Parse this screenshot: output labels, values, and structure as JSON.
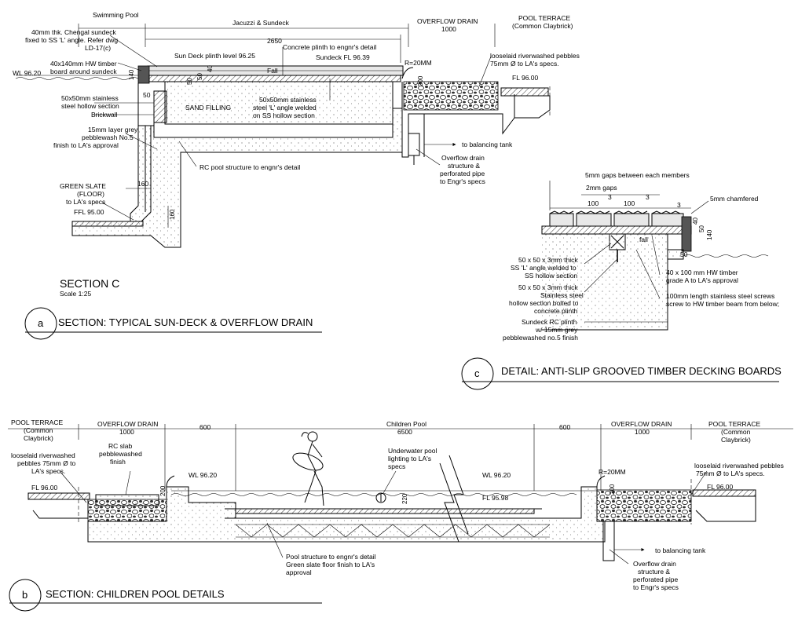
{
  "section_c": {
    "labels": {
      "swimming_pool": "Swimming Pool",
      "jacuzzi": "Jacuzzi & Sundeck",
      "overflow_drain": "OVERFLOW DRAIN",
      "overflow_drain_dim": "1000",
      "pool_terrace": "POOL TERRACE",
      "pool_terrace_sub": "(Common Claybrick)",
      "chengal_1": "40mm thk. Chengal sundeck",
      "chengal_2": "fixed to SS 'L' angle. Refer dwg",
      "chengal_3": "LD-17(c)",
      "dim_2650": "2650",
      "concrete_plinth": "Concrete plinth to engnr's detail",
      "plinth_level": "Sun Deck plinth level 96.25",
      "sundeck_fl": "Sundeck FL 96.39",
      "r20": "R=20MM",
      "hw_timber_1": "40x140mm HW timber",
      "hw_timber_2": "board around sundeck",
      "wl": "WL 96.20",
      "fall": "Fall",
      "dim_140": "140",
      "dim_50a": "50",
      "dim_50b": "50",
      "dim_40": "40",
      "dim_200": "200",
      "dim_50c": "50",
      "ss_hollow_1": "50x50mm stainless",
      "ss_hollow_2": "steel hollow section",
      "sand_filling": "SAND FILLING",
      "ss_angle_1": "50x50mm stainless",
      "ss_angle_2": "steel 'L' angle welded",
      "ss_angle_3": "on SS hollow section",
      "brickwall": "Brickwall",
      "pebbles_1": "looselaid riverwashed pebbles",
      "pebbles_2": "75mm Ø to LA's specs.",
      "fl_9600": "FL 96.00",
      "grey_peb_1": "15mm layer grey",
      "grey_peb_2": "pebblewash No.5",
      "grey_peb_3": "finish to LA's approval",
      "to_balancing": "to balancing tank",
      "rc_pool": "RC pool structure to engnr's detail",
      "od_struct_1": "Overflow drain",
      "od_struct_2": "structure &",
      "od_struct_3": "perforated pipe",
      "od_struct_4": "to Engr's specs",
      "green_slate_1": "GREEN SLATE",
      "green_slate_2": "(FLOOR)",
      "green_slate_3": "to LA's specs",
      "ffl": "FFL 95.00",
      "dim_160a": "160",
      "dim_160b": "160",
      "section_title": "SECTION C",
      "scale": "Scale 1:25"
    },
    "caption": {
      "letter": "a",
      "title": "SECTION: TYPICAL SUN-DECK & OVERFLOW DRAIN"
    }
  },
  "detail_c": {
    "labels": {
      "gaps_5mm": "5mm gaps between each members",
      "gaps_2mm": "2mm gaps",
      "dim_100a": "100",
      "dim_3a": "3",
      "dim_100b": "100",
      "dim_3b": "3",
      "dim_3c": "3",
      "chamfer": "5mm chamfered",
      "dim_140": "140",
      "dim_50": "50",
      "dim_40": "40",
      "dim_50b": "50",
      "fall": "fall",
      "ss_angle_1": "50 x 50 x 3mm thick",
      "ss_angle_2": "SS 'L' angle welded to",
      "ss_angle_3": "SS hollow section",
      "ss_hollow_1": "50 x 50 x 3mm thick",
      "ss_hollow_2": "Stainless steel",
      "ss_hollow_3": "hollow section bolted to",
      "ss_hollow_4": "concrete plinth",
      "hw_timber_1": "40 x 100 mm HW timber",
      "hw_timber_2": "grade A to LA's approval",
      "screws_1": "100mm length stainless steel screws",
      "screws_2": "screw to HW timber beam from below;",
      "plinth_1": "Sundeck RC plinth",
      "plinth_2": "w/ 15mm grey",
      "plinth_3": "pebblewashed no.5 finish"
    },
    "caption": {
      "letter": "c",
      "title": "DETAIL: ANTI-SLIP GROOVED TIMBER DECKING BOARDS"
    }
  },
  "section_b": {
    "labels": {
      "pool_terrace_l": "POOL TERRACE",
      "common_l": "(Common",
      "claybrick_l": "Claybrick)",
      "overflow_l": "OVERFLOW DRAIN",
      "overflow_l_dim": "1000",
      "dim_600a": "600",
      "children_pool": "Children Pool",
      "children_pool_dim": "6500",
      "dim_600b": "600",
      "overflow_r": "OVERFLOW DRAIN",
      "overflow_r_dim": "1000",
      "pool_terrace_r": "POOL TERRACE",
      "common_r": "(Common",
      "claybrick_r": "Claybrick)",
      "pebbles_l_1": "looselaid riverwashed",
      "pebbles_l_2": "pebbles 75mm Ø to",
      "pebbles_l_3": "LA's specs.",
      "rc_slab_1": "RC slab",
      "rc_slab_2": "pebblewashed",
      "rc_slab_3": "finish",
      "fl_l": "FL 96.00",
      "wl_l": "WL 96.20",
      "dim_200_l": "200",
      "underwater_1": "Underwater pool",
      "underwater_2": "lighting to LA's",
      "underwater_3": "specs",
      "dim_220": "220",
      "wl_r": "WL 96.20",
      "fl_9598": "FL 95.98",
      "r20": "R=20MM",
      "dim_200_r": "200",
      "pebbles_r_1": "looselaid riverwashed pebbles",
      "pebbles_r_2": "75mm Ø to LA's specs.",
      "fl_r": "FL 96.00",
      "to_balancing": "to balancing tank",
      "od_1": "Overflow drain",
      "od_2": "structure &",
      "od_3": "perforated pipe",
      "od_4": "to Engr's specs",
      "pool_struct_1": "Pool structure to engnr's detail",
      "pool_struct_2": "Green slate floor finish to LA's",
      "pool_struct_3": "approval"
    },
    "caption": {
      "letter": "b",
      "title": "SECTION: CHILDREN POOL DETAILS"
    }
  }
}
